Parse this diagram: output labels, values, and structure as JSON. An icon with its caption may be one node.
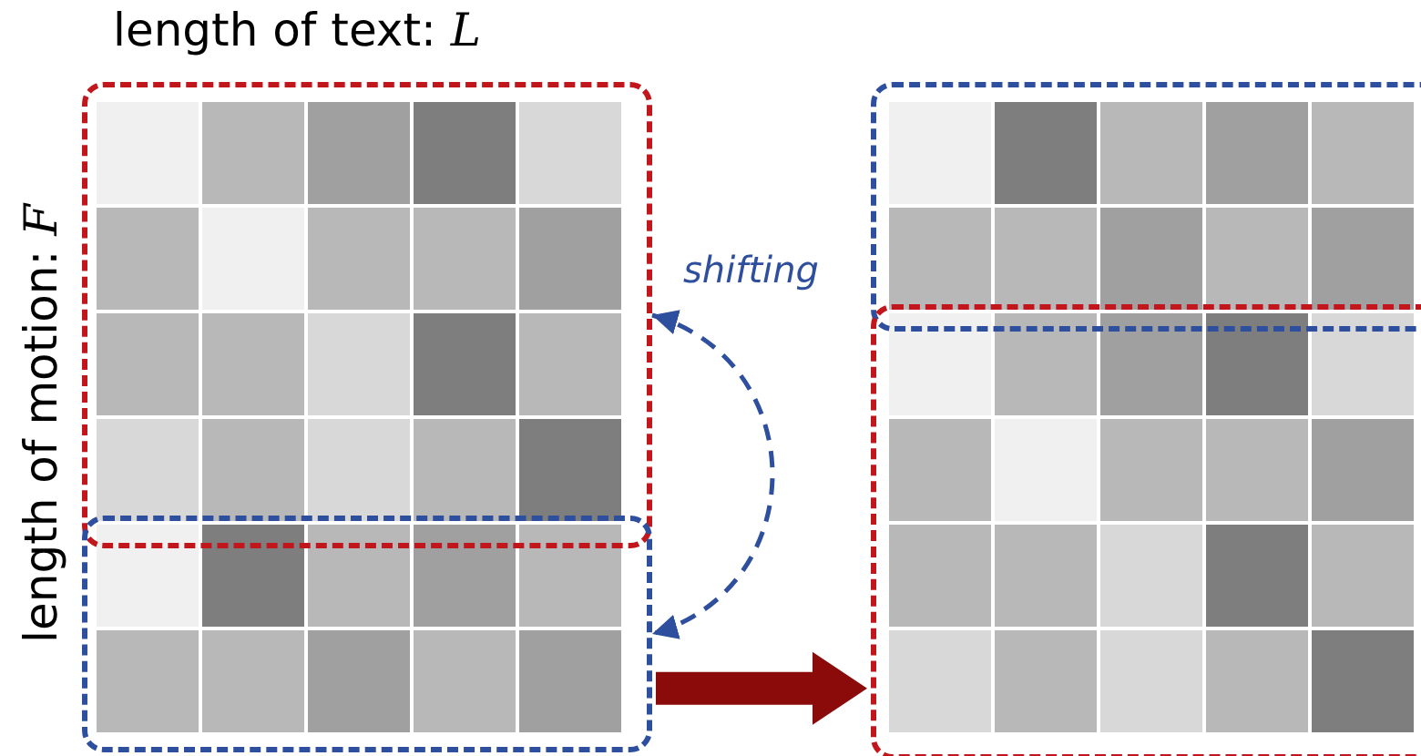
{
  "diagram": {
    "nodes": [
      {
        "text": [],
        "shape": "box"
      },
      {
        "text": [],
        "shape": "box"
      },
      {
        "text": [],
        "shape": "box"
      },
      {
        "text": [],
        "shape": "box"
      }
    ],
    "edges": [
      {
        "from": 0,
        "to": 1,
        "arrow": "both",
        "label": "shifting",
        "style": "dashed",
        "color": "#2e4e9e"
      },
      {
        "from": 1,
        "to": 3,
        "arrow": "to",
        "style": "thick",
        "color": "#8b0a0a"
      }
    ],
    "labels": [
      "length of text: *L*",
      "length of motion: *F*"
    ]
  }
}
